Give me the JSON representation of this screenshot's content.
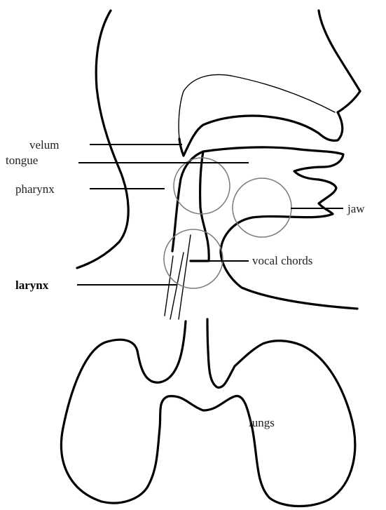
{
  "labels": {
    "velum": "velum",
    "tongue": "tongue",
    "pharynx": "pharynx",
    "jaw": "jaw",
    "vocal_chords": "vocal chords",
    "larynx": "larynx",
    "lungs": "lungs"
  },
  "colors": {
    "line": "#000000",
    "region_circle": "#7a7a7a",
    "background": "#ffffff"
  }
}
